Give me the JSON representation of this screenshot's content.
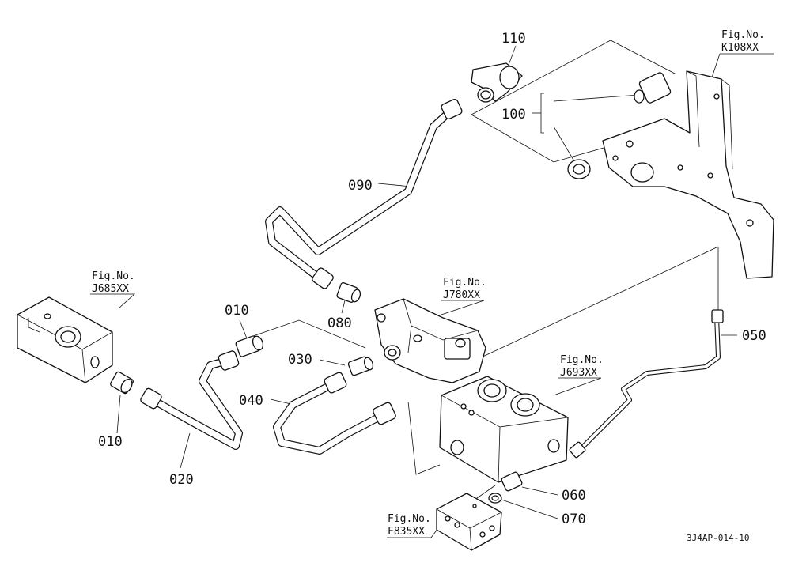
{
  "parts": {
    "p010a": "010",
    "p010b": "010",
    "p020": "020",
    "p030": "030",
    "p040": "040",
    "p050": "050",
    "p060": "060",
    "p070": "070",
    "p080": "080",
    "p090": "090",
    "p100": "100",
    "p110": "110"
  },
  "figs": {
    "k108": {
      "label": "Fig.No.",
      "code": "K108XX"
    },
    "j685": {
      "label": "Fig.No.",
      "code": "J685XX"
    },
    "j780": {
      "label": "Fig.No.",
      "code": "J780XX"
    },
    "j693": {
      "label": "Fig.No.",
      "code": "J693XX"
    },
    "f835": {
      "label": "Fig.No.",
      "code": "F835XX"
    }
  },
  "drawing_ref": "3J4AP-014-10"
}
